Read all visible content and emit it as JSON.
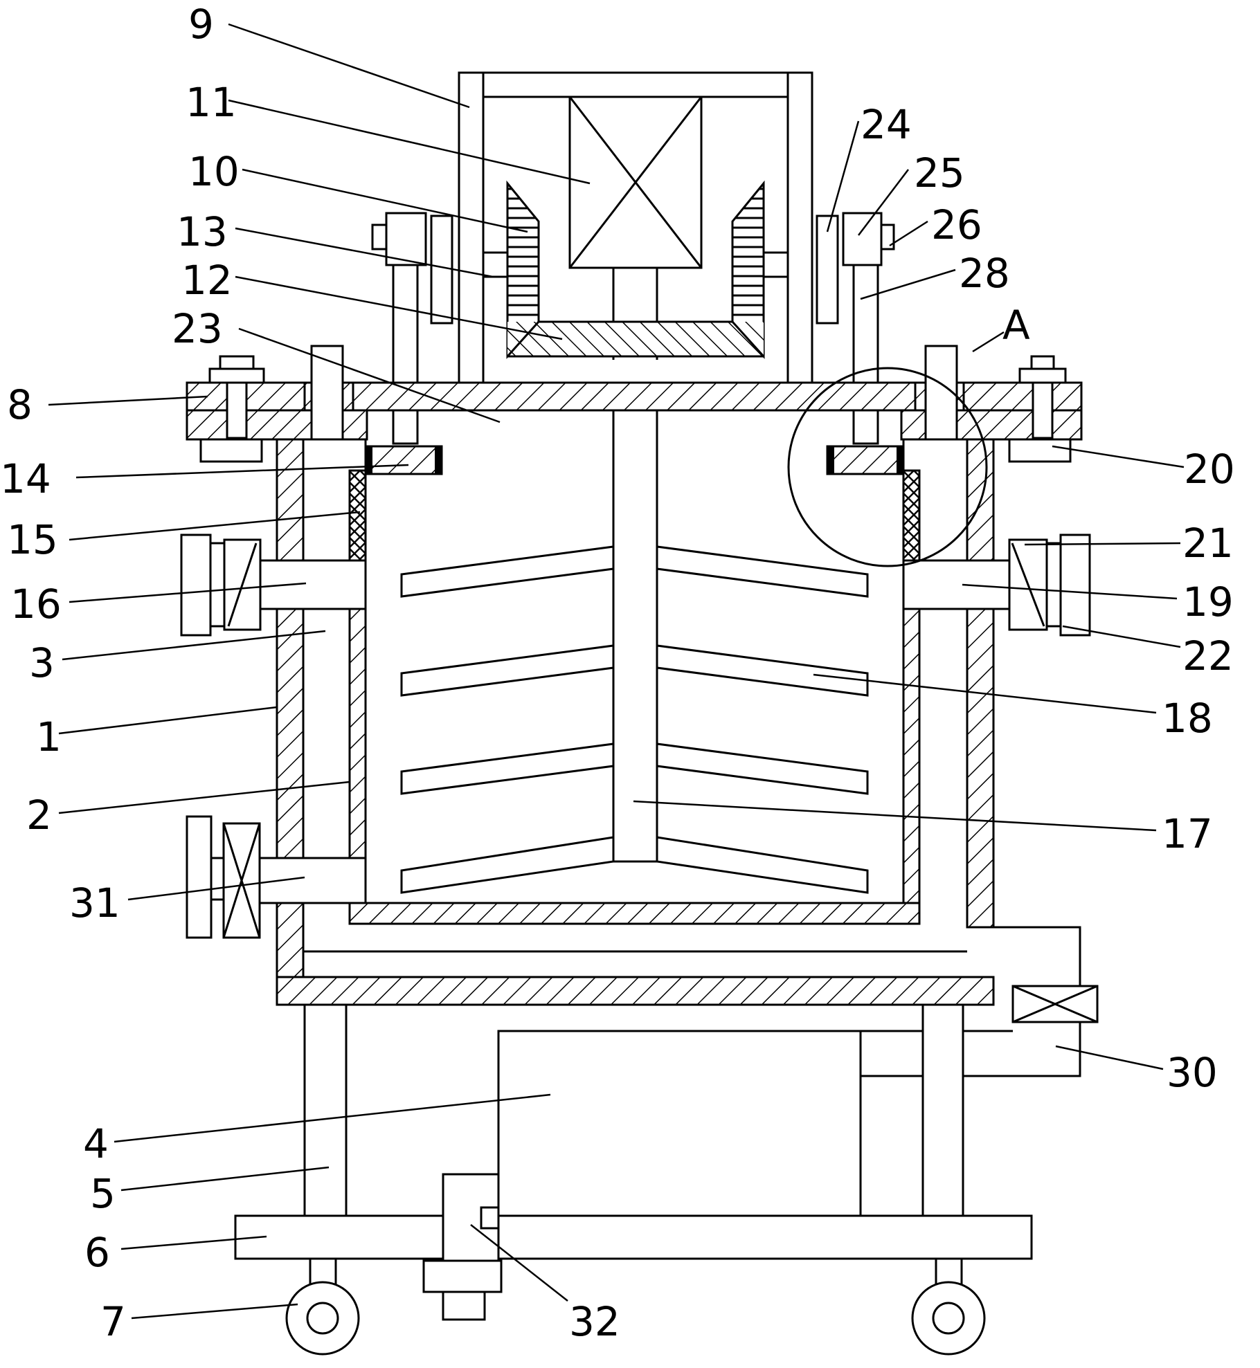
{
  "labels": [
    {
      "id": "9",
      "text": "9"
    },
    {
      "id": "11",
      "text": "11"
    },
    {
      "id": "10",
      "text": "10"
    },
    {
      "id": "13",
      "text": "13"
    },
    {
      "id": "12",
      "text": "12"
    },
    {
      "id": "23",
      "text": "23"
    },
    {
      "id": "8",
      "text": "8"
    },
    {
      "id": "14",
      "text": "14"
    },
    {
      "id": "15",
      "text": "15"
    },
    {
      "id": "16",
      "text": "16"
    },
    {
      "id": "3",
      "text": "3"
    },
    {
      "id": "1",
      "text": "1"
    },
    {
      "id": "2",
      "text": "2"
    },
    {
      "id": "31",
      "text": "31"
    },
    {
      "id": "4",
      "text": "4"
    },
    {
      "id": "5",
      "text": "5"
    },
    {
      "id": "6",
      "text": "6"
    },
    {
      "id": "7",
      "text": "7"
    },
    {
      "id": "32",
      "text": "32"
    },
    {
      "id": "24",
      "text": "24"
    },
    {
      "id": "25",
      "text": "25"
    },
    {
      "id": "26",
      "text": "26"
    },
    {
      "id": "28",
      "text": "28"
    },
    {
      "id": "A",
      "text": "A"
    },
    {
      "id": "20",
      "text": "20"
    },
    {
      "id": "21",
      "text": "21"
    },
    {
      "id": "19",
      "text": "19"
    },
    {
      "id": "22",
      "text": "22"
    },
    {
      "id": "18",
      "text": "18"
    },
    {
      "id": "17",
      "text": "17"
    },
    {
      "id": "30",
      "text": "30"
    }
  ]
}
